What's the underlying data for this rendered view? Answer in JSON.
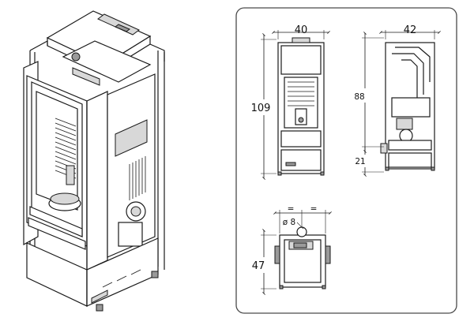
{
  "dimensions": {
    "front_width": "40",
    "front_height": "109",
    "side_depth": "42",
    "side_height_total": "88",
    "side_outlet_height": "21",
    "top_pipe_label": "ø 8",
    "top_equal_left": "=",
    "top_equal_right": "=",
    "top_depth": "47"
  },
  "colors": {
    "line": "#1a1a1a",
    "frame": "#4a4a4a",
    "panel_grey": "#d8d8d8",
    "dark_grey": "#9a9a9a"
  }
}
